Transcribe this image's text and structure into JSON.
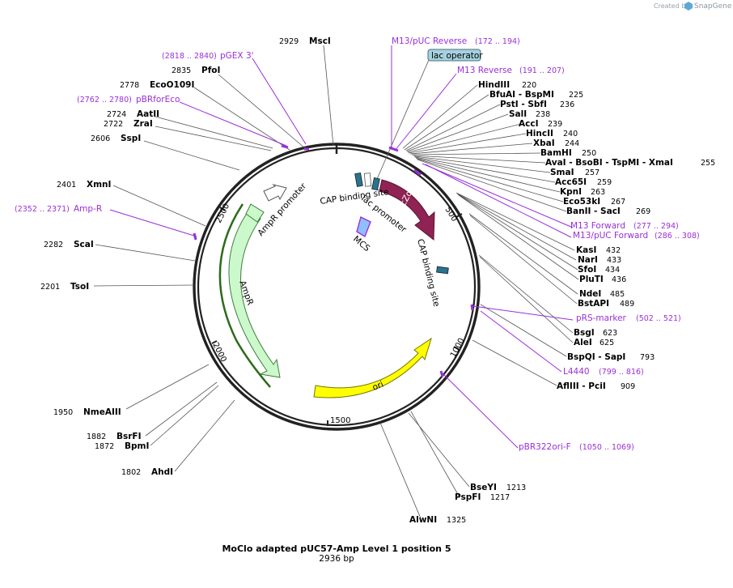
{
  "credit": {
    "prefix": "Created by",
    "brand": "SnapGene"
  },
  "plasmid": {
    "name": "MoClo adapted pUC57-Amp Level 1 position 5",
    "length_label": "2936 bp",
    "length": 2936,
    "tick_labels": [
      "500",
      "1000",
      "1500",
      "2000",
      "2500"
    ]
  },
  "features": [
    {
      "name": "lacZα",
      "start": 265,
      "end": 480,
      "color": "#8f2353",
      "direction": "cw",
      "label_inside": true
    },
    {
      "name": "ori",
      "start": 1080,
      "end": 1670,
      "color": "#ffff00",
      "direction": "ccw",
      "label_inside": true
    },
    {
      "name": "AmpR",
      "start": 1815,
      "end": 2475,
      "color": "#ccf9cc",
      "direction": "ccw",
      "label_inside": false
    },
    {
      "name": "AmpR promoter",
      "start": 2475,
      "end": 2580,
      "color": "#ffffff",
      "direction": "ccw",
      "label_inside": false
    }
  ],
  "small_features": [
    {
      "name": "lac operator",
      "pos": 160,
      "color": "#2b7389"
    },
    {
      "name": "lac promoter",
      "pos": 120,
      "color": "#ffffff"
    },
    {
      "name": "CAP binding site",
      "pos": 80,
      "color": "#2b7389"
    },
    {
      "name": "MCS",
      "pos": 255,
      "color": "#8fbfff"
    },
    {
      "name": "CAP binding site",
      "pos": 640,
      "color": "#2b7389"
    }
  ],
  "enzymes": [
    {
      "name": "MscI",
      "pos": "2929",
      "side": "left"
    },
    {
      "name": "PfoI",
      "pos": "2835",
      "side": "left"
    },
    {
      "name": "EcoO109I",
      "pos": "2778",
      "side": "left"
    },
    {
      "name": "AatII",
      "pos": "2724",
      "side": "left"
    },
    {
      "name": "ZraI",
      "pos": "2722",
      "side": "left"
    },
    {
      "name": "SspI",
      "pos": "2606",
      "side": "left"
    },
    {
      "name": "XmnI",
      "pos": "2401",
      "side": "left"
    },
    {
      "name": "ScaI",
      "pos": "2282",
      "side": "left"
    },
    {
      "name": "TsoI",
      "pos": "2201",
      "side": "left"
    },
    {
      "name": "NmeAIII",
      "pos": "1950",
      "side": "left"
    },
    {
      "name": "BsrFI",
      "pos": "1882",
      "side": "left"
    },
    {
      "name": "BpmI",
      "pos": "1872",
      "side": "left"
    },
    {
      "name": "AhdI",
      "pos": "1802",
      "side": "left"
    },
    {
      "name": "HindIII",
      "pos": "220",
      "side": "right"
    },
    {
      "name": "BfuAI - BspMI",
      "pos": "225",
      "side": "right"
    },
    {
      "name": "PstI - SbfI",
      "pos": "236",
      "side": "right"
    },
    {
      "name": "SalI",
      "pos": "238",
      "side": "right"
    },
    {
      "name": "AccI",
      "pos": "239",
      "side": "right"
    },
    {
      "name": "HincII",
      "pos": "240",
      "side": "right"
    },
    {
      "name": "XbaI",
      "pos": "244",
      "side": "right"
    },
    {
      "name": "BamHI",
      "pos": "250",
      "side": "right"
    },
    {
      "name": "AvaI - BsoBI - TspMI - XmaI",
      "pos": "255",
      "side": "right"
    },
    {
      "name": "SmaI",
      "pos": "257",
      "side": "right"
    },
    {
      "name": "Acc65I",
      "pos": "259",
      "side": "right"
    },
    {
      "name": "KpnI",
      "pos": "263",
      "side": "right"
    },
    {
      "name": "Eco53kI",
      "pos": "267",
      "side": "right"
    },
    {
      "name": "BanII - SacI",
      "pos": "269",
      "side": "right"
    },
    {
      "name": "KasI",
      "pos": "432",
      "side": "right"
    },
    {
      "name": "NarI",
      "pos": "433",
      "side": "right"
    },
    {
      "name": "SfoI",
      "pos": "434",
      "side": "right"
    },
    {
      "name": "PluTI",
      "pos": "436",
      "side": "right"
    },
    {
      "name": "NdeI",
      "pos": "485",
      "side": "right"
    },
    {
      "name": "BstAPI",
      "pos": "489",
      "side": "right"
    },
    {
      "name": "BsgI",
      "pos": "623",
      "side": "right"
    },
    {
      "name": "AleI",
      "pos": "625",
      "side": "right"
    },
    {
      "name": "BspQI - SapI",
      "pos": "793",
      "side": "right"
    },
    {
      "name": "AflIII - PciI",
      "pos": "909",
      "side": "right"
    },
    {
      "name": "BseYI",
      "pos": "1213",
      "side": "right"
    },
    {
      "name": "PspFI",
      "pos": "1217",
      "side": "right"
    },
    {
      "name": "AlwNI",
      "pos": "1325",
      "side": "right"
    }
  ],
  "primers": [
    {
      "name": "M13/pUC Reverse",
      "range": "(172 .. 194)"
    },
    {
      "name": "M13 Reverse",
      "range": "(191 .. 207)"
    },
    {
      "name": "pGEX 3'",
      "range": "(2818 .. 2840)"
    },
    {
      "name": "pBRforEco",
      "range": "(2762 .. 2780)"
    },
    {
      "name": "Amp-R",
      "range": "(2352 .. 2371)"
    },
    {
      "name": "M13 Forward",
      "range": "(277 .. 294)"
    },
    {
      "name": "M13/pUC Forward",
      "range": "(286 .. 308)"
    },
    {
      "name": "pRS-marker",
      "range": "(502 .. 521)"
    },
    {
      "name": "L4440",
      "range": "(799 .. 816)"
    },
    {
      "name": "pBR322ori-F",
      "range": "(1050 .. 1069)"
    }
  ],
  "colors": {
    "backbone": "#222222",
    "primer": "#9a2fd8",
    "leader": "#555555"
  }
}
